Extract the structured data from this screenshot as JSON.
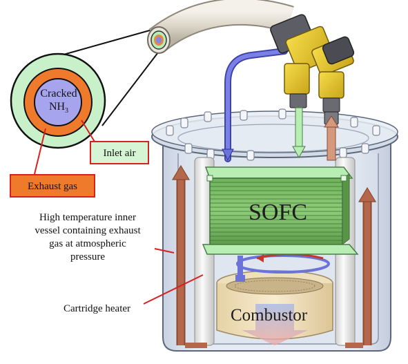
{
  "labels": {
    "cracked_line1": "Cracked",
    "cracked_line2": "NH",
    "cracked_sub": "3",
    "inlet_air": "Inlet air",
    "exhaust_gas": "Exhaust gas",
    "sofc": "SOFC",
    "combustor": "Combustor",
    "vessel_note": [
      "High temperature inner",
      "vessel containing exhaust",
      "gas at atmospheric",
      "pressure"
    ],
    "cartridge_heater": "Cartridge heater"
  },
  "colors": {
    "outer_ring": "#c9f1c9",
    "exhaust_ring": "#ef7a2c",
    "core": "#a7a4ee",
    "inlet_air_box": "#d5f5d5",
    "exhaust_box": "#ef7a2c",
    "box_border": "#d82020",
    "stack_green": "#7ebf68",
    "plate_green": "#b8edb4",
    "arrow_brown": "#b5674b",
    "tube_blue": "#6b72d8",
    "connector_yellow": "#e8c628",
    "heater_white": "#f2f2f2",
    "combustor_beige": "#f3e3c1"
  },
  "icons": [
    "cross-section-icon",
    "gas-fitting-icon",
    "heater-rod-icon",
    "flow-arrow-icon"
  ]
}
